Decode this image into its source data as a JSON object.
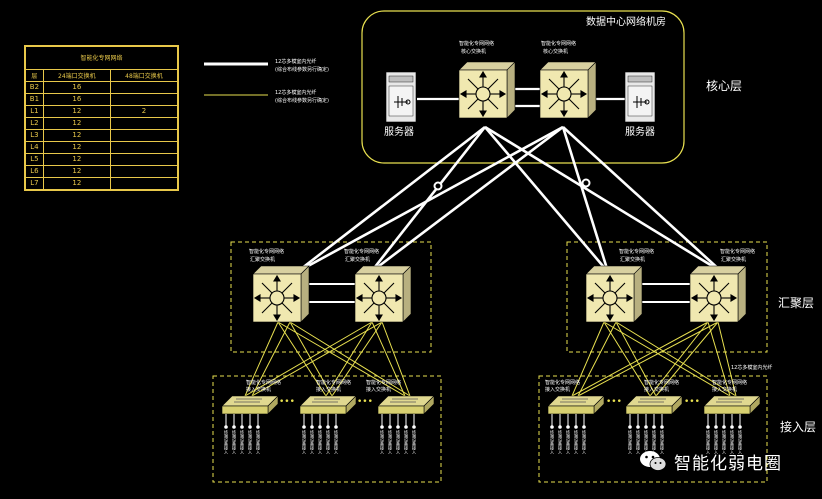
{
  "datacenter_title": "数据中心网络机房",
  "layers": {
    "core": "核心层",
    "aggregation": "汇聚层",
    "access": "接入层"
  },
  "legend": {
    "thick_line_label_1": "12芯多模室内光纤",
    "thick_line_label_2": "(综合布线参数另行确定)",
    "thin_line_label_1": "12芯多模室内光纤",
    "thin_line_label_2": "(综合布线参数另行确定)"
  },
  "table": {
    "title": "智能化专网网络",
    "headers": [
      "层",
      "24端口交换机",
      "48端口交换机"
    ],
    "rows": [
      [
        "B2",
        "16",
        ""
      ],
      [
        "B1",
        "16",
        ""
      ],
      [
        "L1",
        "12",
        "2"
      ],
      [
        "L2",
        "12",
        ""
      ],
      [
        "L3",
        "12",
        ""
      ],
      [
        "L4",
        "12",
        ""
      ],
      [
        "L5",
        "12",
        ""
      ],
      [
        "L6",
        "12",
        ""
      ],
      [
        "L7",
        "12",
        ""
      ]
    ]
  },
  "core": {
    "switch_label_1": "智能化专网网络",
    "switch_label_2": "核心交换机",
    "server_label": "服务器"
  },
  "aggregation": {
    "switch_label_1": "智能化专网网络",
    "switch_label_2": "汇聚交换机"
  },
  "access": {
    "switch_label_1": "智能化专网网络",
    "switch_label_2": "接入交换机",
    "fiber_label": "12芯多模室内光纤",
    "terminal_label": "终端设备接入"
  },
  "dots": "•••",
  "watermark": "智能化弱电圈",
  "colors": {
    "background": "#000000",
    "fiber_white": "#ffffff",
    "fiber_yellow": "#e8e050",
    "text_yellow": "#e8c84a",
    "switch_face": "#e8e0a0"
  }
}
